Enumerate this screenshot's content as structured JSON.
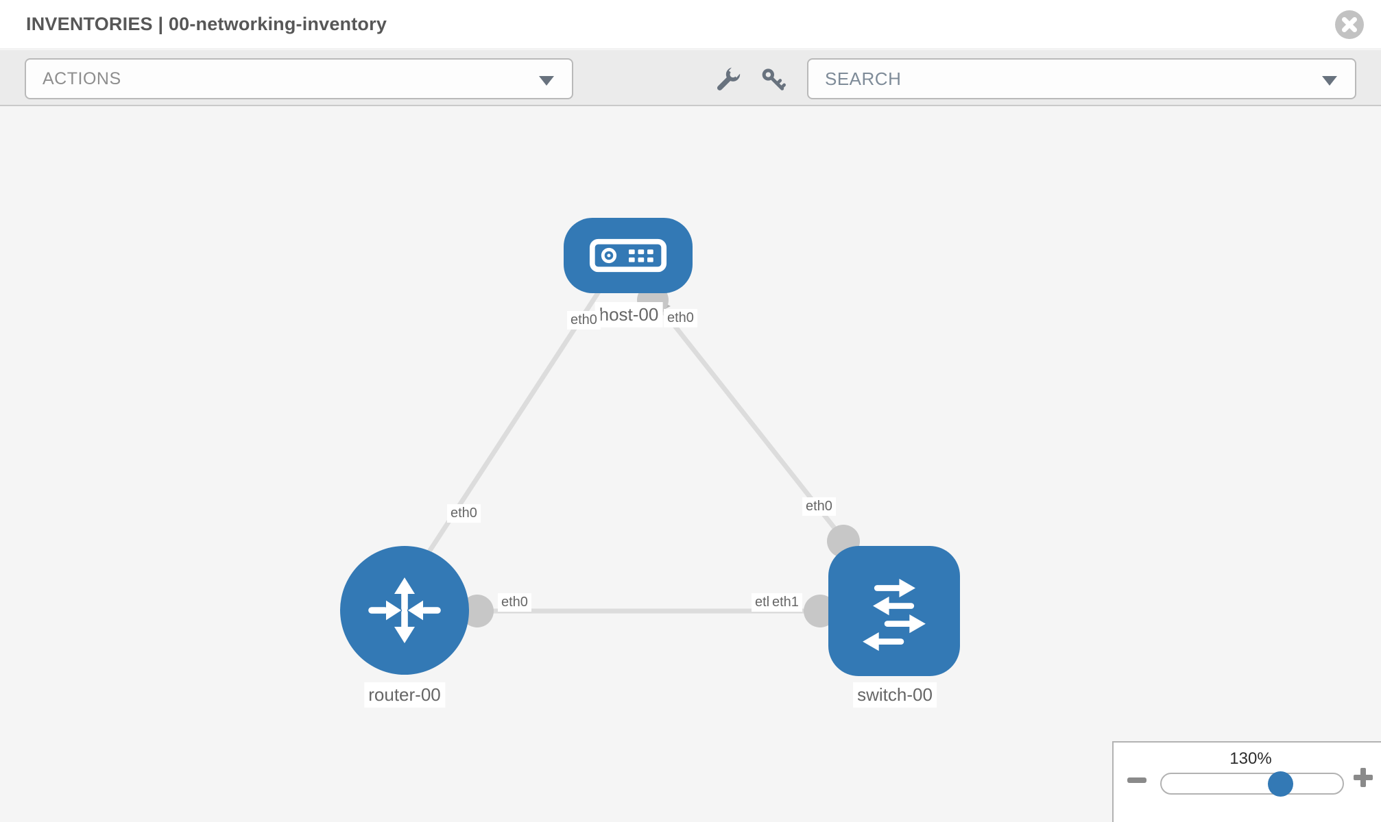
{
  "header": {
    "title": "INVENTORIES | 00-networking-inventory"
  },
  "toolbar": {
    "actions_label": "ACTIONS",
    "search_label": "SEARCH",
    "icons": [
      "wrench-icon",
      "key-icon"
    ]
  },
  "topology": {
    "nodes": [
      {
        "label": "host-00",
        "type": "host",
        "icon": "server-icon"
      },
      {
        "label": "router-00",
        "type": "router",
        "icon": "router-arrows-icon"
      },
      {
        "label": "switch-00",
        "type": "switch",
        "icon": "switch-arrows-icon"
      }
    ],
    "links": [
      {
        "from": "host-00",
        "to": "router-00",
        "from_label": "eth0",
        "to_label": "eth0"
      },
      {
        "from": "host-00",
        "to": "switch-00",
        "from_label": "eth0",
        "to_label": "eth0"
      },
      {
        "from": "router-00",
        "to": "switch-00",
        "from_label": "eth0",
        "to_label": "eth1",
        "overlapped_label": "eth0"
      }
    ]
  },
  "zoom_control": {
    "level": "130%"
  },
  "colors": {
    "node_fill": "#3379b5",
    "link_stroke": "#dcdcdc",
    "endpoint_fill": "#c7c7c7",
    "slider_handle": "#3379b5",
    "canvas_bg": "#f5f5f5",
    "toolbar_bg": "#ebebeb"
  }
}
